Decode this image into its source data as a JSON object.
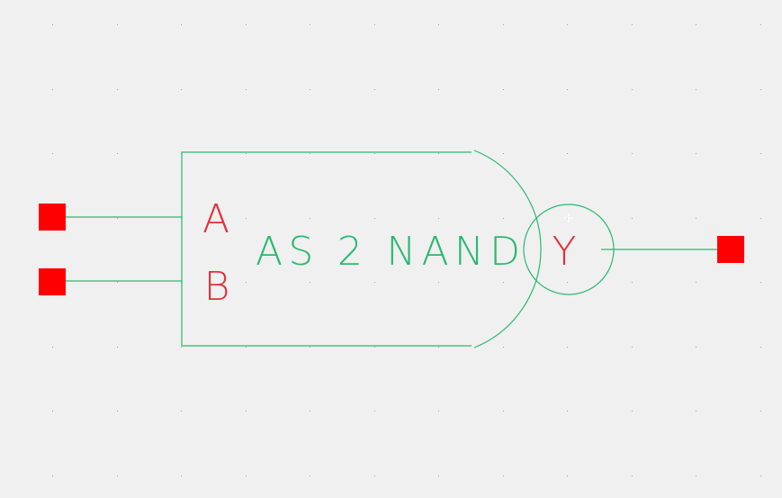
{
  "symbol": {
    "name": "AS 2 NAND",
    "pins": {
      "input_a": "A",
      "input_b": "B",
      "output_y": "Y"
    }
  },
  "colors": {
    "background": "#f0f0f0",
    "wire": "#2ab872",
    "pin_label": "#e0313a",
    "pin_terminal": "#ff0000",
    "grid_dot": "#9a9a9a",
    "origin_mark": "#ffffff"
  }
}
